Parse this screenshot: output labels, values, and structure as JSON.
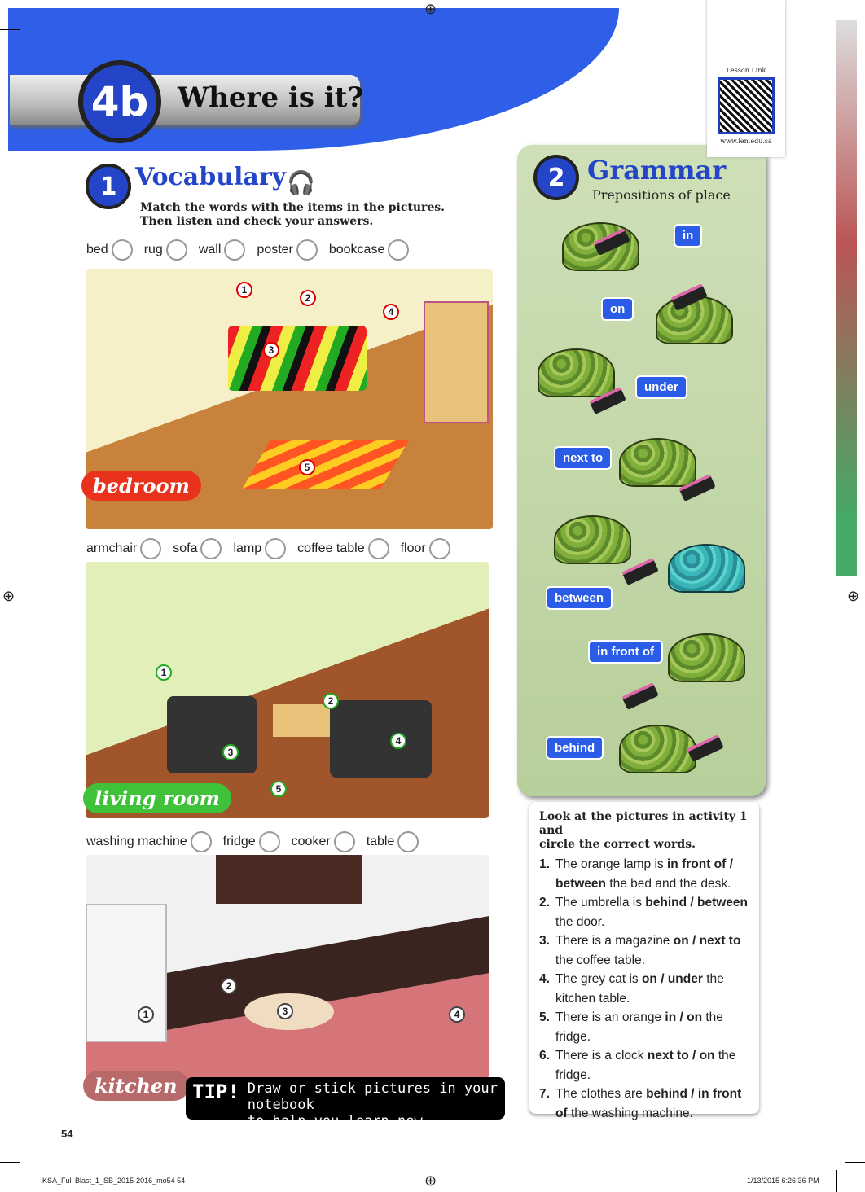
{
  "header": {
    "unit": "4b",
    "title": "Where is it?"
  },
  "lesson_link": {
    "label": "Lesson Link",
    "url_text": "www.ien.edu.sa"
  },
  "vocabulary": {
    "number": "1",
    "title": "Vocabulary",
    "instructions": [
      "Match the words with the items in the pictures.",
      "Then listen and check your answers."
    ],
    "rooms": [
      {
        "label": "bedroom",
        "words": [
          "bed",
          "rug",
          "wall",
          "poster",
          "bookcase"
        ],
        "markers": [
          "1",
          "2",
          "3",
          "4",
          "5"
        ]
      },
      {
        "label": "living room",
        "words": [
          "armchair",
          "sofa",
          "lamp",
          "coffee table",
          "floor"
        ],
        "markers": [
          "1",
          "2",
          "3",
          "4",
          "5"
        ]
      },
      {
        "label": "kitchen",
        "words": [
          "washing machine",
          "fridge",
          "cooker",
          "table"
        ],
        "markers": [
          "1",
          "2",
          "3",
          "4"
        ]
      }
    ]
  },
  "tip": {
    "label": "TIP!",
    "text": [
      "Draw or stick pictures in your notebook",
      "to help you learn new vocabulary."
    ]
  },
  "grammar": {
    "number": "2",
    "title": "Grammar",
    "subtitle": "Prepositions of place",
    "prepositions": [
      "in",
      "on",
      "under",
      "next to",
      "between",
      "in front of",
      "behind"
    ]
  },
  "exercise": {
    "instructions": [
      "Look at the pictures in activity 1 and",
      "circle the correct words."
    ],
    "items": [
      {
        "n": "1.",
        "parts": [
          "The orange lamp is ",
          "in front of / between",
          " the bed and the desk."
        ]
      },
      {
        "n": "2.",
        "parts": [
          "The umbrella is ",
          "behind / between",
          " the door."
        ]
      },
      {
        "n": "3.",
        "parts": [
          "There is a magazine ",
          "on / next to",
          " the coffee table."
        ]
      },
      {
        "n": "4.",
        "parts": [
          "The grey cat is ",
          "on / under",
          " the kitchen table."
        ]
      },
      {
        "n": "5.",
        "parts": [
          "There is an orange ",
          "in / on",
          " the fridge."
        ]
      },
      {
        "n": "6.",
        "parts": [
          "There is a clock ",
          "next to / on",
          " the fridge."
        ]
      },
      {
        "n": "7.",
        "parts": [
          "The clothes are ",
          "behind / in front of",
          " the washing machine."
        ]
      }
    ]
  },
  "page_number": "54",
  "footer": {
    "file": "KSA_Full Blast_1_SB_2015-2016_mo54   54",
    "datetime": "1/13/2015   6:26:36 PM"
  },
  "colors": {
    "blue": "#2f5fe8",
    "grammar_green": "#c3d8a8",
    "bedroom_red": "#e8321c",
    "living_green": "#3fc13a",
    "kitchen_pink": "#b86a6a"
  }
}
